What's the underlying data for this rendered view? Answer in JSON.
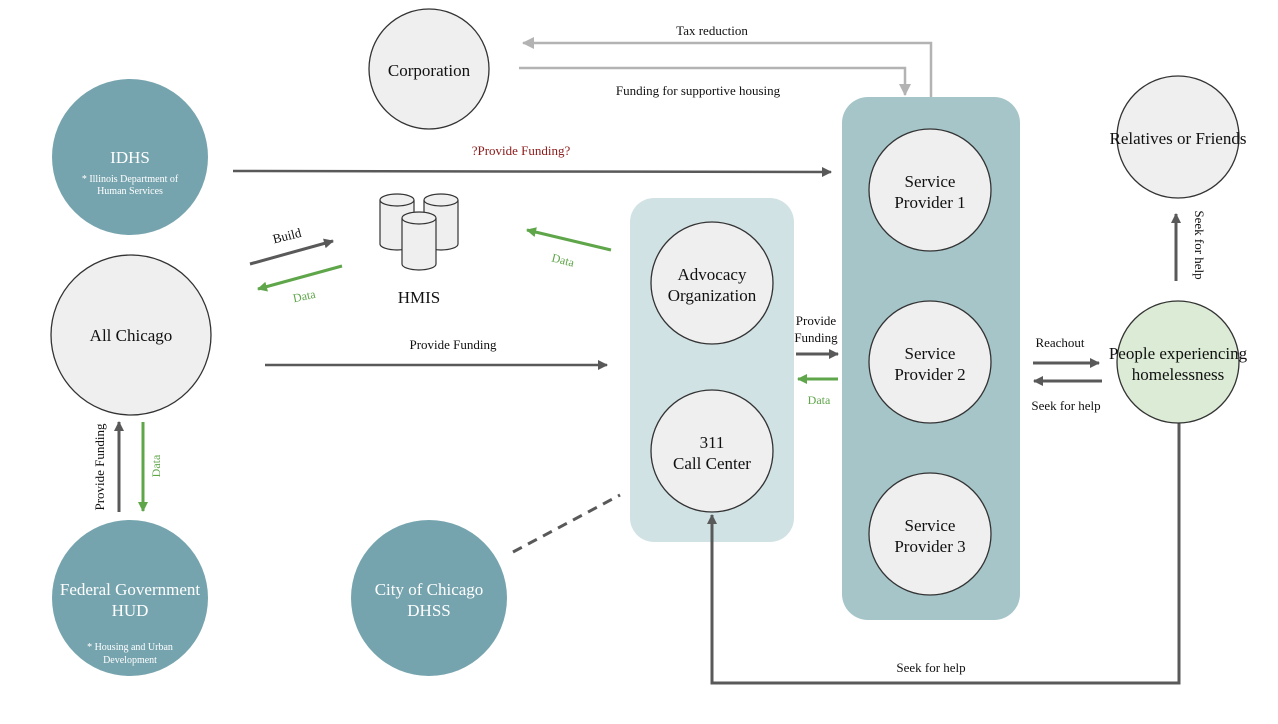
{
  "nodes": {
    "corporation": "Corporation",
    "idhs": {
      "title": "IDHS",
      "note": "* Illinois Department of Human Services"
    },
    "all_chicago": "All Chicago",
    "federal": {
      "title_line1": "Federal Government",
      "title_line2": "HUD",
      "note_line1": "* Housing and Urban",
      "note_line2": "Development"
    },
    "city": {
      "line1": "City of Chicago",
      "line2": "DHSS"
    },
    "hmis": "HMIS",
    "advocacy": {
      "line1": "Advocacy",
      "line2": "Organization"
    },
    "call_center": {
      "line1": "311",
      "line2": "Call Center"
    },
    "sp1": {
      "line1": "Service",
      "line2": "Provider 1"
    },
    "sp2": {
      "line1": "Service",
      "line2": "Provider 2"
    },
    "sp3": {
      "line1": "Service",
      "line2": "Provider 3"
    },
    "relatives": "Relatives or Friends",
    "people": {
      "line1": "People experiencing",
      "line2": "homelessness"
    }
  },
  "edges": {
    "tax_reduction": "Tax reduction",
    "funding_supportive": "Funding for supportive housing",
    "idhs_funding": "?Provide Funding?",
    "build": "Build",
    "data_hmis_allchicago": "Data",
    "data_advocacy_hmis": "Data",
    "provide_funding_main": "Provide Funding",
    "provide_funding_sp_line1": "Provide",
    "provide_funding_sp_line2": "Funding",
    "data_sp_advocacy": "Data",
    "reachout": "Reachout",
    "seek_help_sp": "Seek for help",
    "seek_help_relatives": "Seek for help",
    "provide_funding_federal": "Provide Funding",
    "data_federal": "Data",
    "seek_help_bottom": "Seek for help"
  },
  "colors": {
    "teal_node": "#76a4ae",
    "grey_node": "#efefef",
    "green_node": "#dcebd6",
    "big_panel": "#a5c5c9",
    "light_panel": "#d1e2e5",
    "dark_arrow": "#595959",
    "grey_arrow": "#b3b3b3",
    "green_arrow": "#5fa64a",
    "red_text": "#8b1a1a"
  }
}
